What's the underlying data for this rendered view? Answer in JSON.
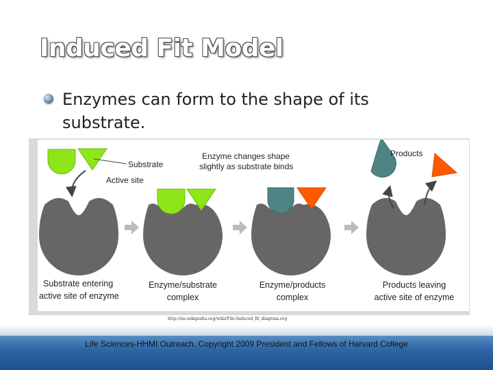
{
  "slide": {
    "title": "Induced Fit Model",
    "bullet_line1": "Enzymes can form to the shape of its",
    "bullet_line2": "substrate.",
    "credit": "http://en.wikipedia.org/wiki/File:Induced_fit_diagram.svg",
    "footer": "Life Sciences-HHMI Outreach. Copyright 2009 President and Fellows of Harvard College"
  },
  "diagram": {
    "label_substrate": "Substrate",
    "label_active_site": "Active site",
    "label_changes_line1": "Enzyme changes shape",
    "label_changes_line2": "slightly as substrate binds",
    "label_products": "Products",
    "stage1_line1": "Substrate entering",
    "stage1_line2": "active site of enzyme",
    "stage2_line1": "Enzyme/substrate",
    "stage2_line2": "complex",
    "stage3_line1": "Enzyme/products",
    "stage3_line2": "complex",
    "stage4_line1": "Products leaving",
    "stage4_line2": "active site of enzyme",
    "colors": {
      "enzyme": "#666666",
      "substrate": "#8ee619",
      "product_teal": "#4e8484",
      "product_orange": "#ff5a00",
      "arrow": "#444444"
    }
  }
}
